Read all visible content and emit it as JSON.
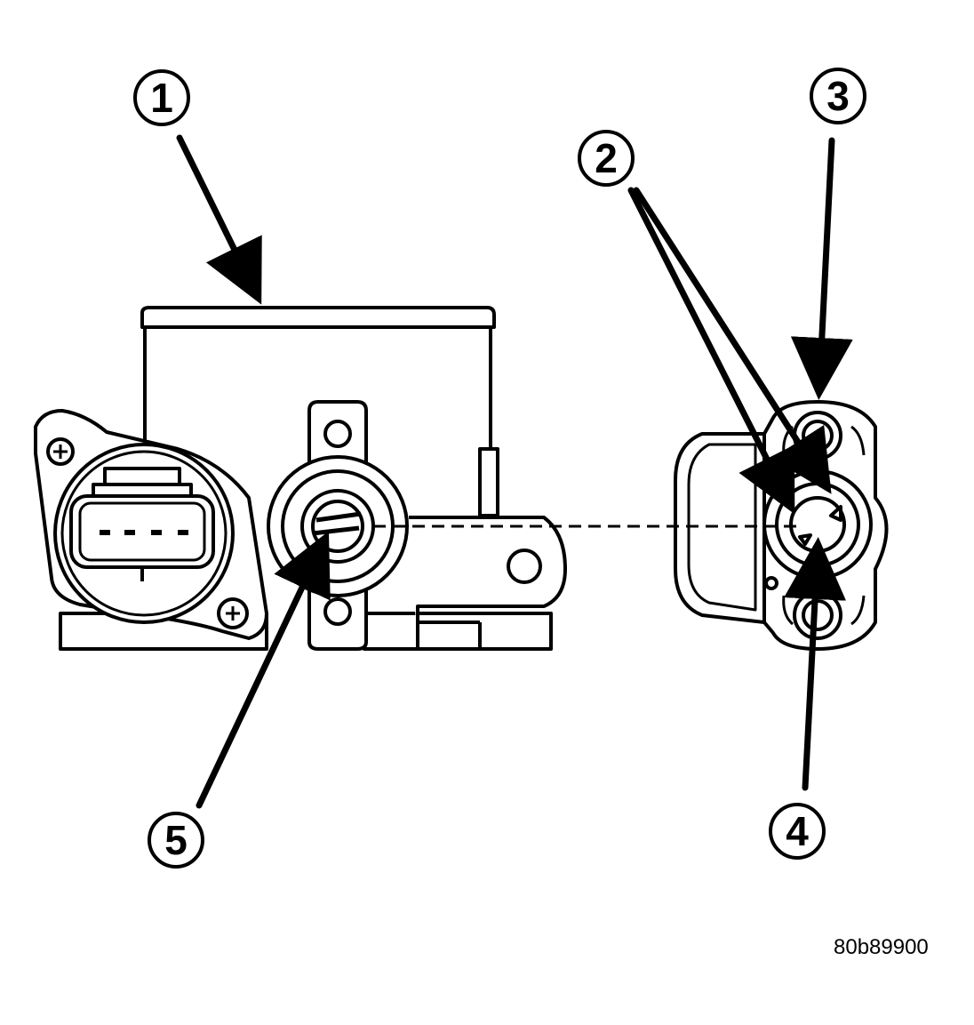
{
  "callouts": [
    {
      "id": "callout-1",
      "label": "1"
    },
    {
      "id": "callout-2",
      "label": "2"
    },
    {
      "id": "callout-3",
      "label": "3"
    },
    {
      "id": "callout-4",
      "label": "4"
    },
    {
      "id": "callout-5",
      "label": "5"
    }
  ],
  "figure_id": "80b89900"
}
